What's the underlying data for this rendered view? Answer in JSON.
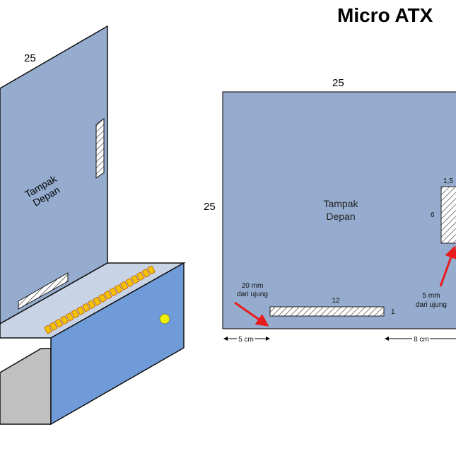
{
  "title": "Micro ATX",
  "left_view": {
    "width_label": "25",
    "panel_label_line1": "Tampak",
    "panel_label_line2": "Depan",
    "led_count": 20
  },
  "right_view": {
    "top_label": "25",
    "side_label": "25",
    "panel_label_line1": "Tampak",
    "panel_label_line2": "Depan",
    "slot_horizontal": {
      "length_label": "12",
      "height_label": "1"
    },
    "slot_vertical": {
      "width_label": "1,5",
      "height_label": "6"
    },
    "note_left_line1": "20 mm",
    "note_left_line2": "dari ujung",
    "note_right_line1": "5 mm",
    "note_right_line2": "dari ujung",
    "dim_left": "5 cm",
    "dim_right": "8 cm"
  },
  "colors": {
    "panel": "#95acce",
    "front": "#6f9bd8",
    "shelf": "#c8d4e6",
    "gray": "#c0c0c0",
    "led": "#f5c400",
    "dot": "#f0f000",
    "arrow": "#e81c1c"
  }
}
